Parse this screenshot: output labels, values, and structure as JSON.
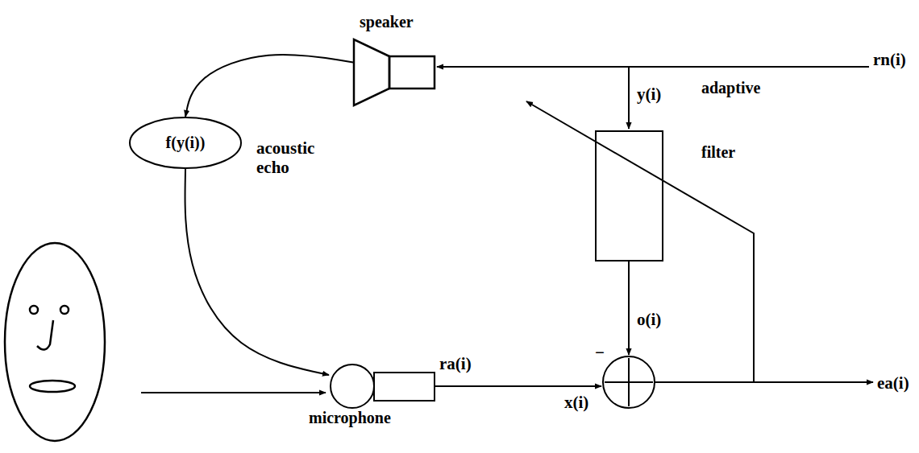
{
  "diagram": {
    "nodes": [
      {
        "text": [
          "speaker"
        ]
      },
      {
        "text": [
          "f(y(i))"
        ]
      },
      {
        "text": [
          "adaptive filter"
        ]
      },
      {
        "text": [
          "microphone"
        ]
      }
    ],
    "edges": [
      {
        "from": 0,
        "to": 1,
        "arrow": "to"
      },
      {
        "from": 1,
        "to": 3,
        "arrow": "to"
      }
    ],
    "labels": [
      "acoustic echo",
      "rn(i)",
      "y(i)",
      "o(i)",
      "−",
      "ra(i)",
      "x(i)",
      "ea(i)"
    ]
  }
}
